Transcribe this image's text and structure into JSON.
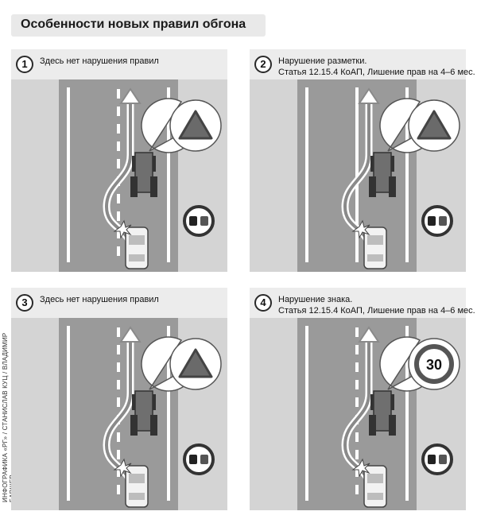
{
  "title": "Особенности новых правил обгона",
  "credit": "ИНФОГРАФИКА «РГ» / СТАНИСЛАВ КУЦ / ВЛАДИМИР БАРШЕВ",
  "panels": [
    {
      "number": "1",
      "line1": "Здесь нет нарушения правил",
      "line2": "",
      "center_line": "dashed",
      "speed_sign": ""
    },
    {
      "number": "2",
      "line1": "Нарушение разметки.",
      "line2": "Статья 12.15.4 КоАП, Лишение прав на 4–6 мес.",
      "center_line": "solid",
      "speed_sign": ""
    },
    {
      "number": "3",
      "line1": "Здесь нет нарушения правил",
      "line2": "",
      "center_line": "dashed",
      "speed_sign": ""
    },
    {
      "number": "4",
      "line1": "Нарушение знака.",
      "line2": "Статья 12.15.4 КоАП, Лишение прав на 4–6 мес.",
      "center_line": "dashed",
      "speed_sign": "30"
    }
  ],
  "colors": {
    "road": "#9a9a9a",
    "background": "#d4d4d4",
    "sign_red": "#d8d8d8"
  }
}
